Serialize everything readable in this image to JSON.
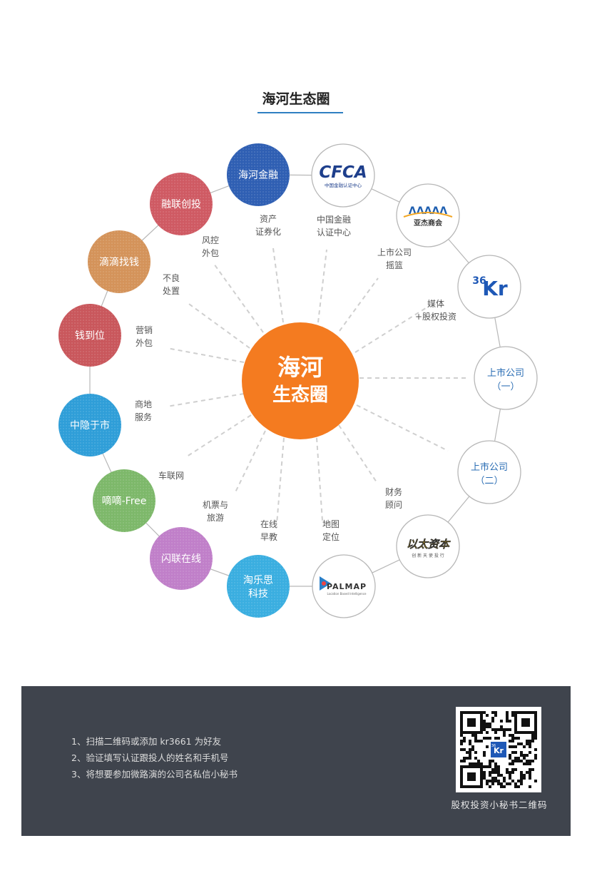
{
  "page": {
    "title": "海河生态圈"
  },
  "center": {
    "line1": "海河",
    "line2": "生态圈",
    "color": "#f47b20"
  },
  "left_nodes": [
    {
      "id": "haihe-jinrong",
      "label": "海河金融",
      "color": "#2f5fb3"
    },
    {
      "id": "ronglian-chuangtou",
      "label": "融联创投",
      "color": "#cf5a63"
    },
    {
      "id": "didi-zhaoqian",
      "label": "滴滴找钱",
      "color": "#d4935a"
    },
    {
      "id": "qian-daowei",
      "label": "钱到位",
      "color": "#c9575c"
    },
    {
      "id": "zhongyin-yushi",
      "label": "中隐于市",
      "color": "#2f9ed8"
    },
    {
      "id": "didi-free",
      "label": "嘀嘀-Free",
      "color": "#7db86a"
    },
    {
      "id": "shanlian-zaixian",
      "label": "闪联在线",
      "color": "#c07fc9"
    },
    {
      "id": "taolesi-keji",
      "label": "淘乐思|科技",
      "color": "#3aaee0"
    }
  ],
  "right_nodes": [
    {
      "id": "cfca",
      "logo_text": "CFCA",
      "sub_text": "中国金融认证中心",
      "kind": "logo"
    },
    {
      "id": "yajie",
      "logo_text": "ΛΛΛΛΛ",
      "sub_text": "亚杰商会",
      "kind": "logo"
    },
    {
      "id": "36kr",
      "logo_text": "36",
      "logo_text2": "Kr",
      "kind": "logo"
    },
    {
      "id": "listed-1",
      "line1": "上市公司",
      "line2": "（一）",
      "kind": "text"
    },
    {
      "id": "listed-2",
      "line1": "上市公司",
      "line2": "（二）",
      "kind": "text"
    },
    {
      "id": "etai",
      "logo_text": "以太资本",
      "sub_text": "创 新 天 使 投 行",
      "kind": "logo"
    },
    {
      "id": "palmap",
      "logo_text": "PALMAP",
      "sub_text": "Location Based Intelligence",
      "kind": "logo"
    }
  ],
  "labels": [
    {
      "id": "zichan",
      "text": "资产|证券化"
    },
    {
      "id": "fengkong",
      "text": "风控|外包"
    },
    {
      "id": "buliang",
      "text": "不良|处置"
    },
    {
      "id": "yingxiao",
      "text": "营销|外包"
    },
    {
      "id": "shangdi",
      "text": "商地|服务"
    },
    {
      "id": "chelianwang",
      "text": "车联网"
    },
    {
      "id": "jipiao",
      "text": "机票与|旅游"
    },
    {
      "id": "zaixian",
      "text": "在线|早教"
    },
    {
      "id": "ditu",
      "text": "地图|定位"
    },
    {
      "id": "caiwu",
      "text": "财务|顾问"
    },
    {
      "id": "meiti",
      "text": "媒体|+股权投资"
    },
    {
      "id": "shangshi",
      "text": "上市公司|摇篮"
    },
    {
      "id": "zhongguo",
      "text": "中国金融|认证中心"
    }
  ],
  "footer": {
    "steps": [
      "1、扫描二维码或添加 kr3661 为好友",
      "2、验证填写认证跟投人的姓名和手机号",
      "3、将想要参加微路演的公司名私信小秘书"
    ],
    "qr_caption": "股权投资小秘书二维码",
    "qr_center_text": "Kr",
    "qr_center_small": "36"
  }
}
